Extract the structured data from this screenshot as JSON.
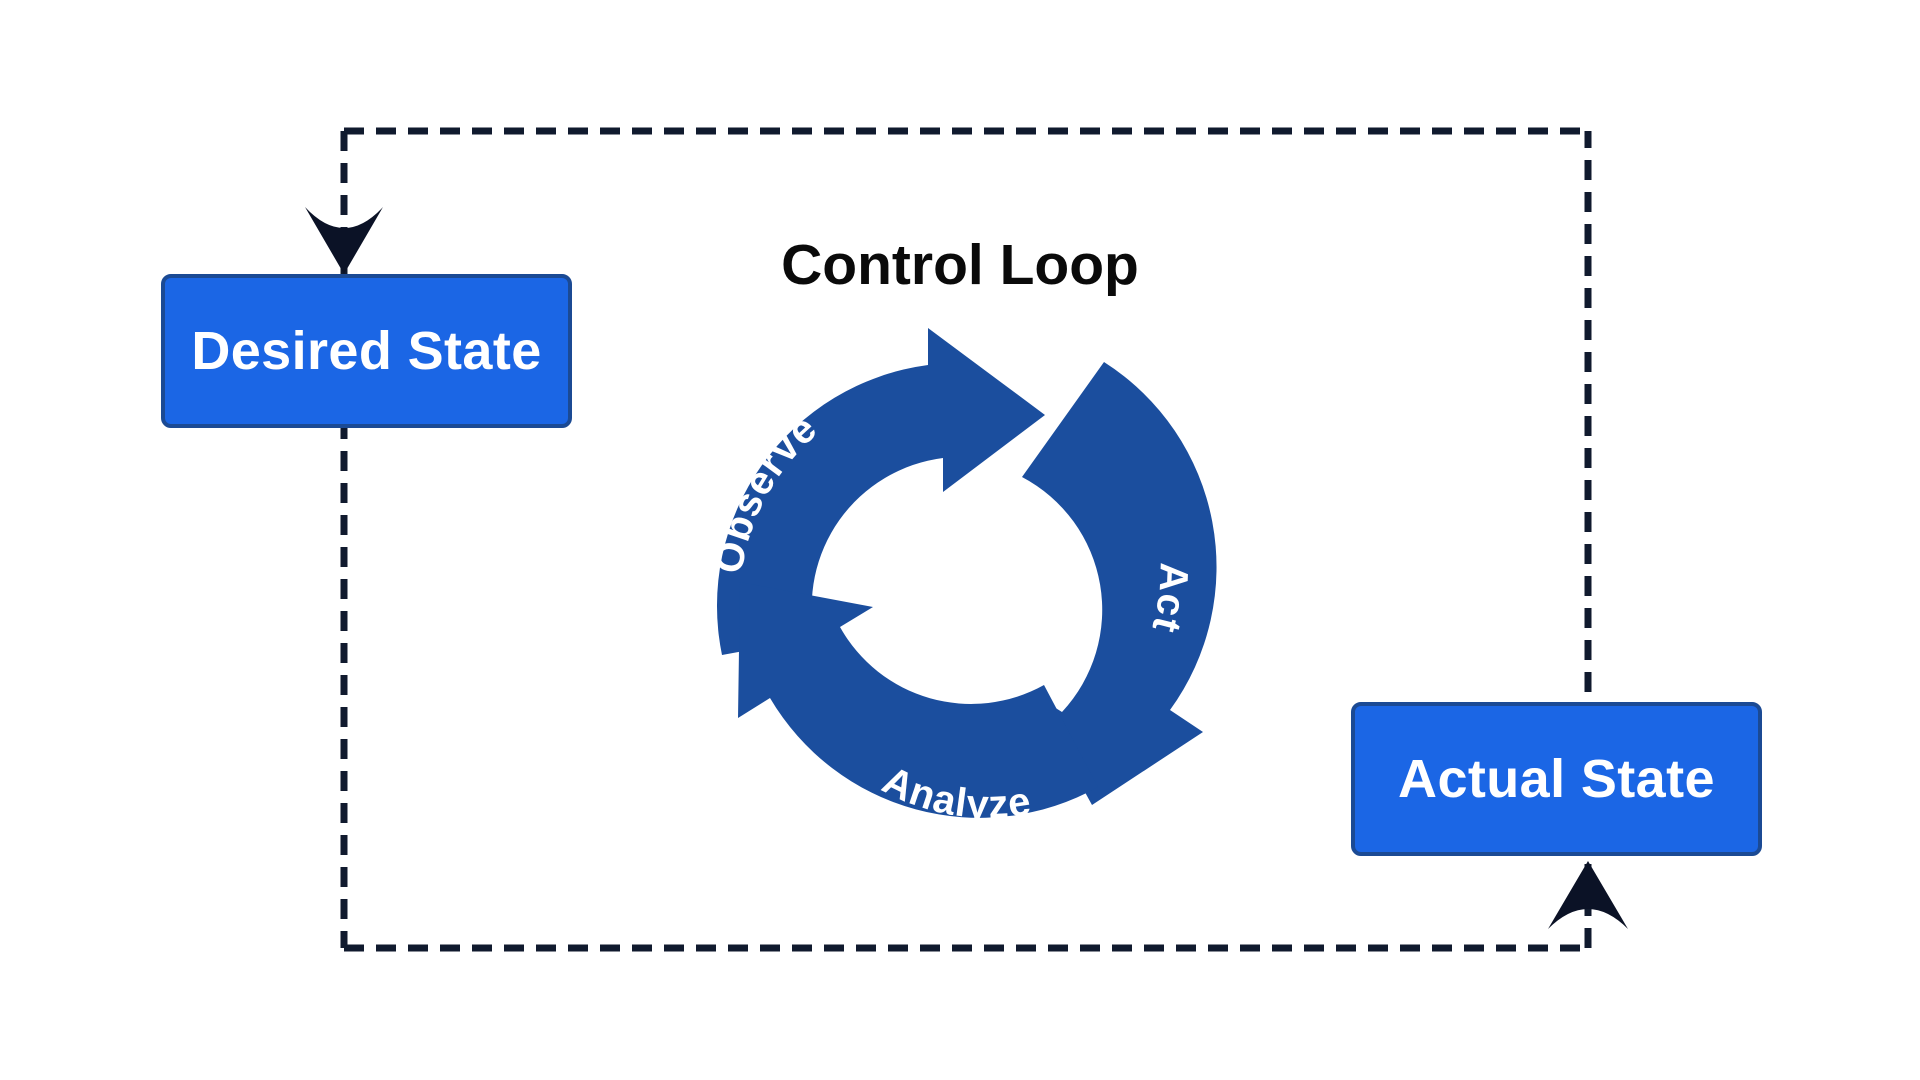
{
  "diagram": {
    "title": "Control Loop",
    "boxes": [
      {
        "id": "desired-state",
        "label": "Desired State"
      },
      {
        "id": "actual-state",
        "label": "Actual State"
      }
    ],
    "cycle": {
      "name": "Control Loop",
      "steps": [
        {
          "label": "Observe",
          "order": 1
        },
        {
          "label": "Act",
          "order": 2
        },
        {
          "label": "Analyze",
          "order": 3
        }
      ],
      "direction": "clockwise"
    },
    "connectors": [
      {
        "id": "feedback-path",
        "style": "dashed",
        "from": "actual-state",
        "to": "desired-state"
      }
    ],
    "colors": {
      "box_fill": "#1b66e5",
      "box_border": "#1b4a94",
      "box_text": "#ffffff",
      "cycle_arrow": "#1b4e9e",
      "cycle_label": "#ffffff",
      "title_text": "#0a0a0a",
      "dashed_line": "#101a2e",
      "background": "#ffffff"
    }
  }
}
